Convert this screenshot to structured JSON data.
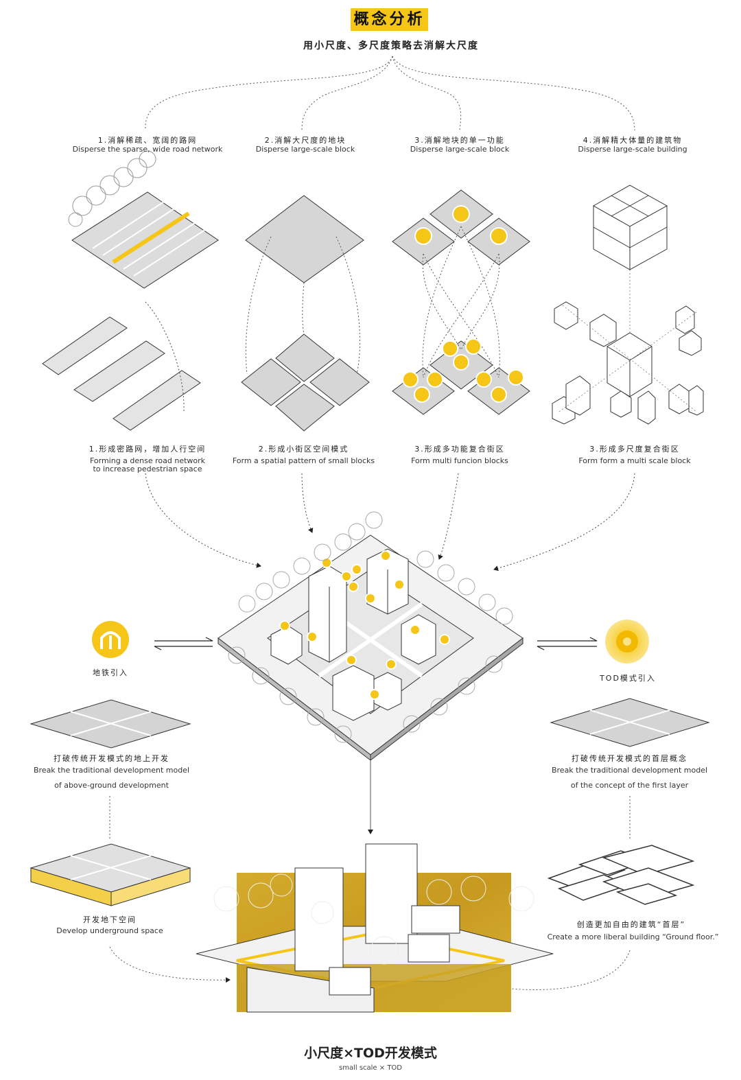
{
  "header": {
    "title": "概念分析",
    "subtitle": "用小尺度、多尺度策略去消解大尺度"
  },
  "columns": [
    {
      "top_cn": "1.消解稀疏、宽阔的路网",
      "top_en": "Disperse the sparse, wide road network",
      "bottom_cn": "1.形成密路网，增加人行空间",
      "bottom_en_1": "Forming a dense road network",
      "bottom_en_2": "to increase pedestrian space"
    },
    {
      "top_cn": "2.消解大尺度的地块",
      "top_en": "Disperse large-scale block",
      "bottom_cn": "2.形成小街区空间模式",
      "bottom_en_1": "Form a spatial pattern of small blocks",
      "bottom_en_2": ""
    },
    {
      "top_cn": "3.消解地块的单一功能",
      "top_en": "Disperse large-scale block",
      "bottom_cn": "3.形成多功能复合街区",
      "bottom_en_1": "Form multi  funcion blocks",
      "bottom_en_2": ""
    },
    {
      "top_cn": "4.消解精大体量的建筑物",
      "top_en": "Disperse large-scale building",
      "bottom_cn": "3.形成多尺度复合街区",
      "bottom_en_1": "Form form a multi  scale  block",
      "bottom_en_2": ""
    }
  ],
  "metro": {
    "label": "地铁引入"
  },
  "tod": {
    "label": "TOD模式引入"
  },
  "left_break": {
    "cn": "打破传统开发模式的地上开发",
    "en_1": "Break the traditional development model",
    "en_2": "of above-ground development"
  },
  "right_break": {
    "cn": "打破传统开发模式的首层概念",
    "en_1": "Break the traditional development model",
    "en_2": "of the concept of the first layer"
  },
  "underground": {
    "cn": "开发地下空间",
    "en": "Develop underground space"
  },
  "ground_floor": {
    "cn": "创造更加自由的建筑“首层”",
    "en": "Create a more liberal building “Ground floor.”"
  },
  "footer": {
    "cn": "小尺度×TOD开发模式",
    "en": "small scale × TOD"
  },
  "colors": {
    "accent": "#f5c518",
    "gold_bg": "#c9a227",
    "plate": "#d9d9d9",
    "line": "#333333"
  }
}
